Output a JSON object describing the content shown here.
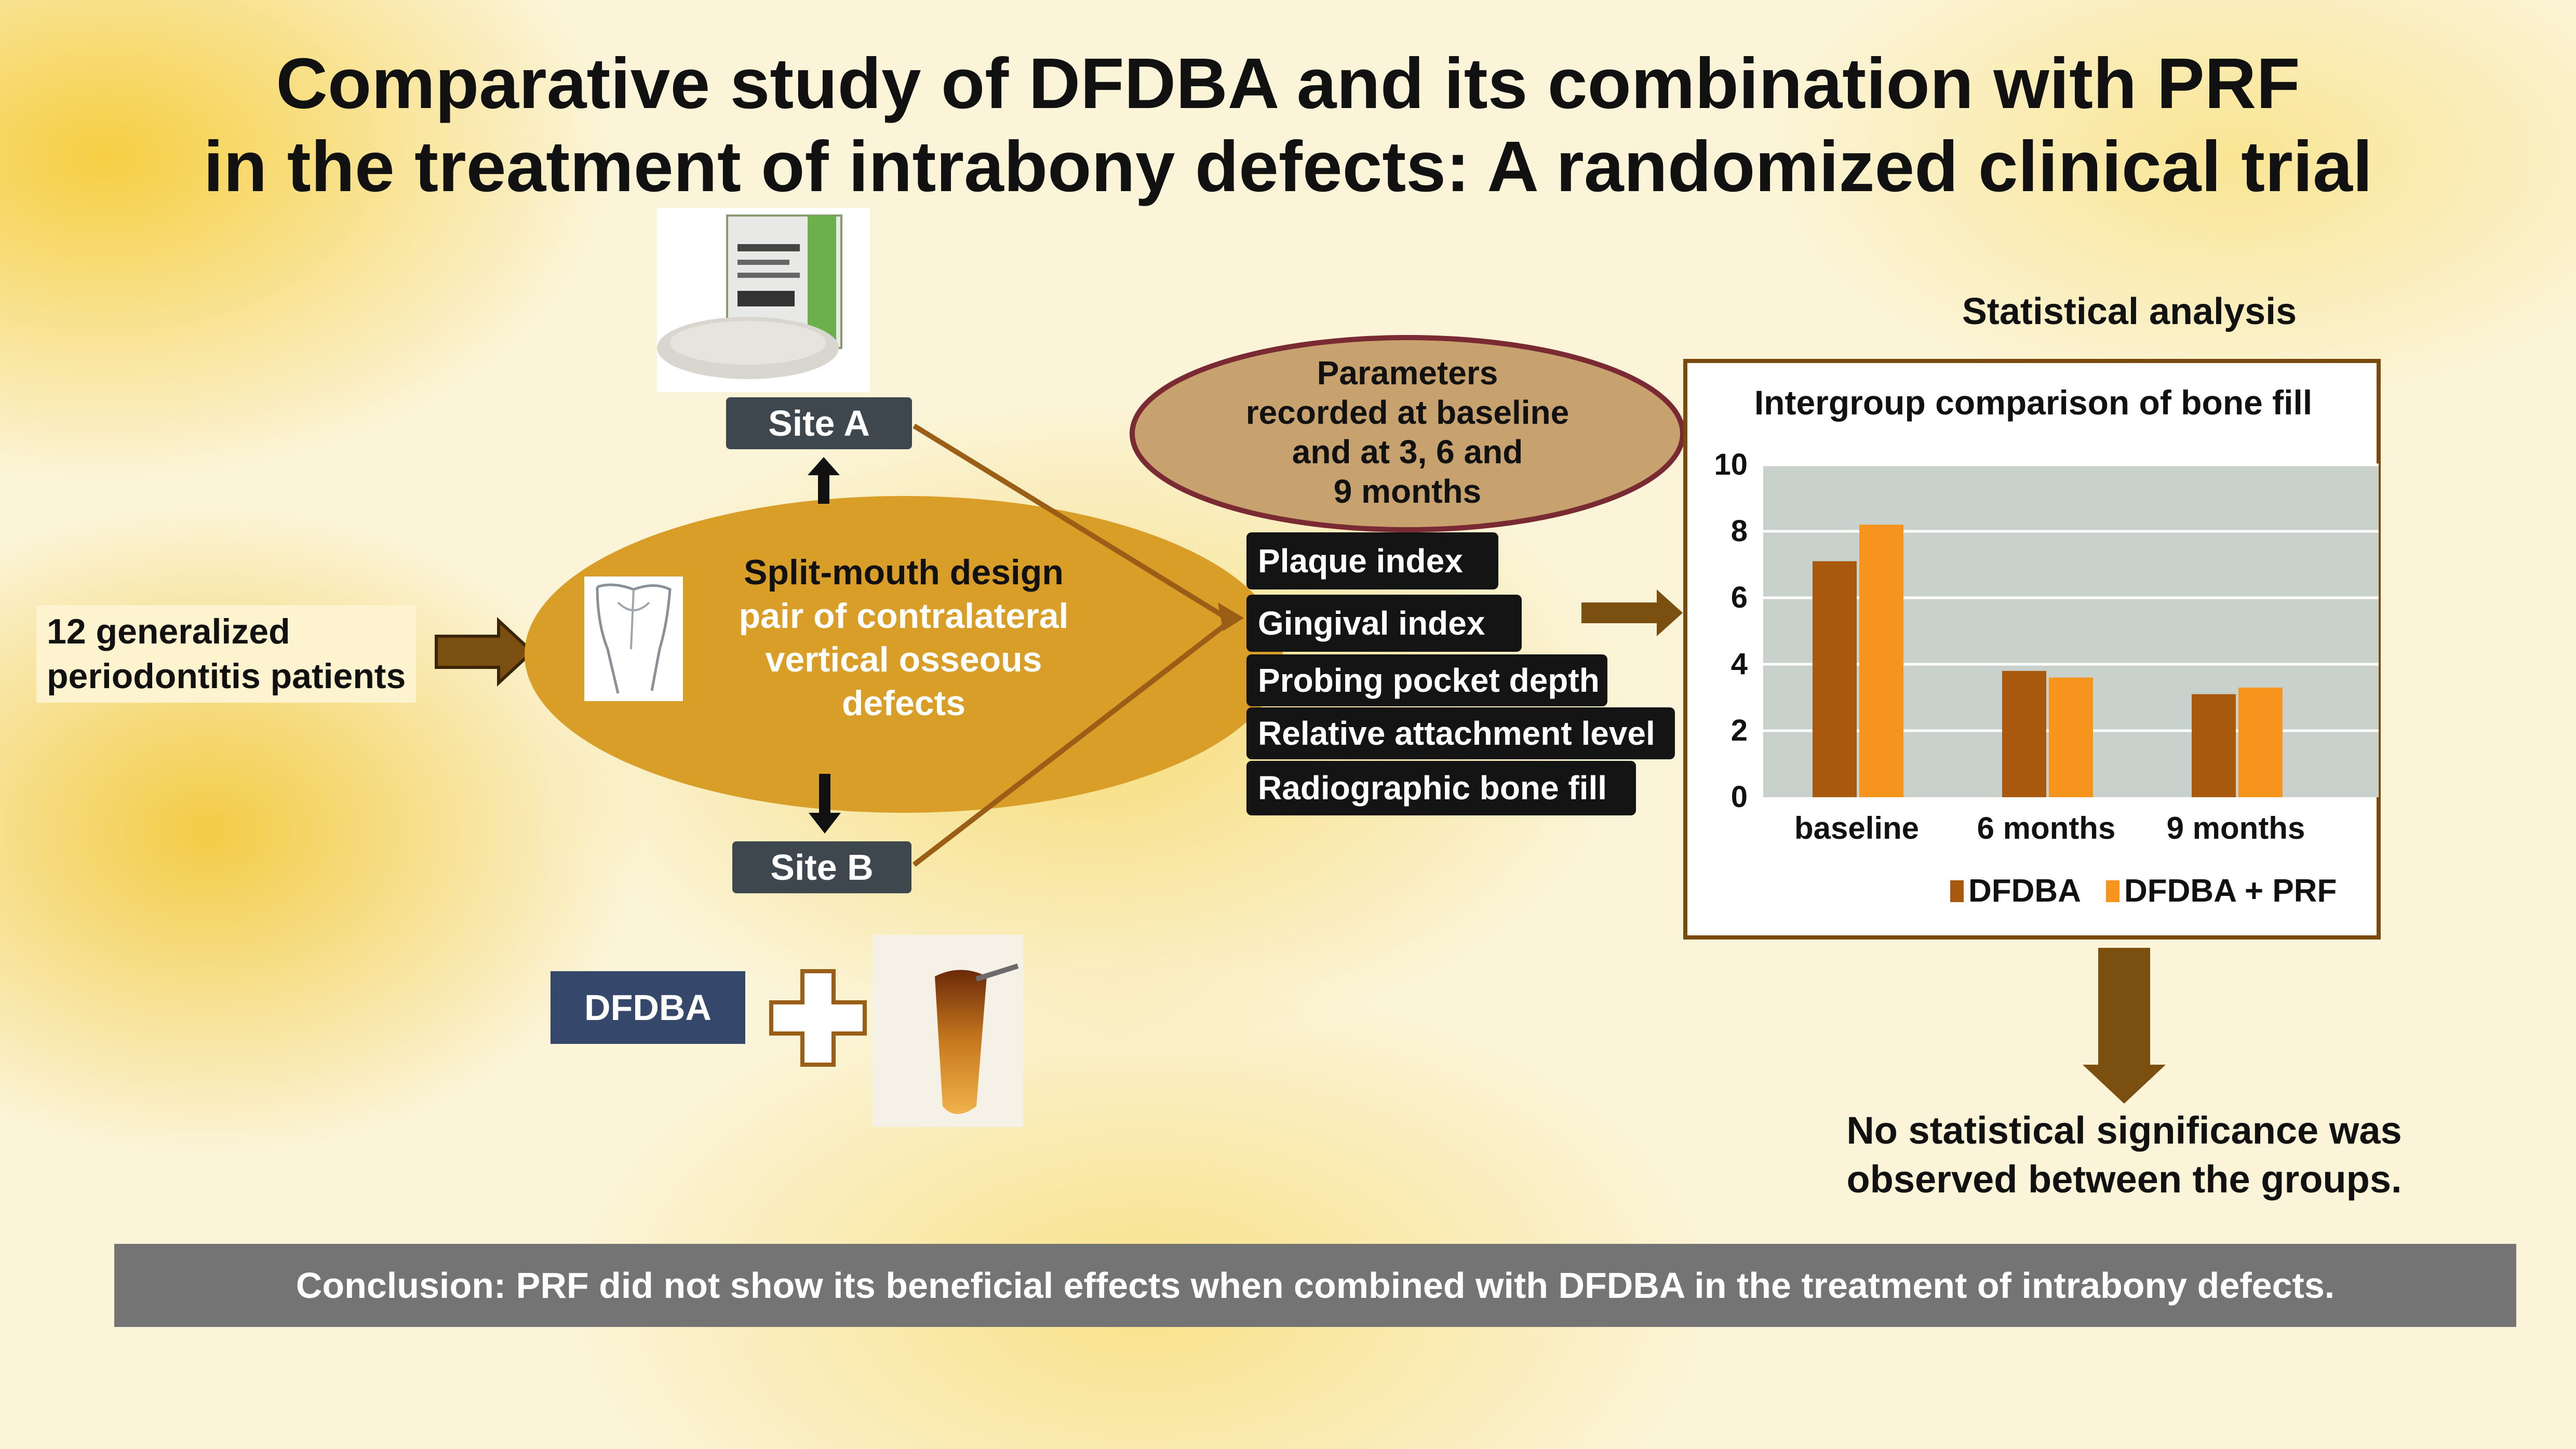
{
  "title_line1": "Comparative study of DFDBA and its combination with PRF",
  "title_line2": "in the treatment of intrabony defects: A randomized clinical trial",
  "patients": {
    "line1": "12 generalized",
    "line2": "periodontitis patients"
  },
  "design": {
    "heading": "Split-mouth design",
    "line1": "pair of contralateral",
    "line2": "vertical osseous",
    "line3": "defects"
  },
  "site_a": "Site A",
  "site_b": "Site B",
  "dfdba_label": "DFDBA",
  "parameters_ellipse": {
    "line1": "Parameters",
    "line2": "recorded at baseline",
    "line3": "and at  3, 6 and",
    "line4": "9 months"
  },
  "parameters": [
    "Plaque index",
    "Gingival index",
    "Probing pocket depth",
    "Relative attachment level",
    "Radiographic bone fill"
  ],
  "stat_heading": "Statistical analysis",
  "result": {
    "line1": "No statistical significance was",
    "line2": "observed between the groups."
  },
  "conclusion": "Conclusion: PRF did not show its beneficial effects when combined with DFDBA in the treatment of intrabony defects.",
  "colors": {
    "dfdba": "#a8590d",
    "dfdba_prf": "#f6941d",
    "plot_bg": "#c9d1cd",
    "frame": "#7a4a0e"
  },
  "chart_data": {
    "type": "bar",
    "title": "Intergroup comparison of bone fill",
    "categories": [
      "baseline",
      "6 months",
      "9 months"
    ],
    "series": [
      {
        "name": "DFDBA",
        "values": [
          7.1,
          3.8,
          3.1
        ]
      },
      {
        "name": "DFDBA + PRF",
        "values": [
          8.2,
          3.6,
          3.3
        ]
      }
    ],
    "yticks": [
      "0",
      "2",
      "4",
      "6",
      "8",
      "10"
    ],
    "ylim": [
      0,
      10
    ],
    "grid": true,
    "legend": "bottom"
  }
}
